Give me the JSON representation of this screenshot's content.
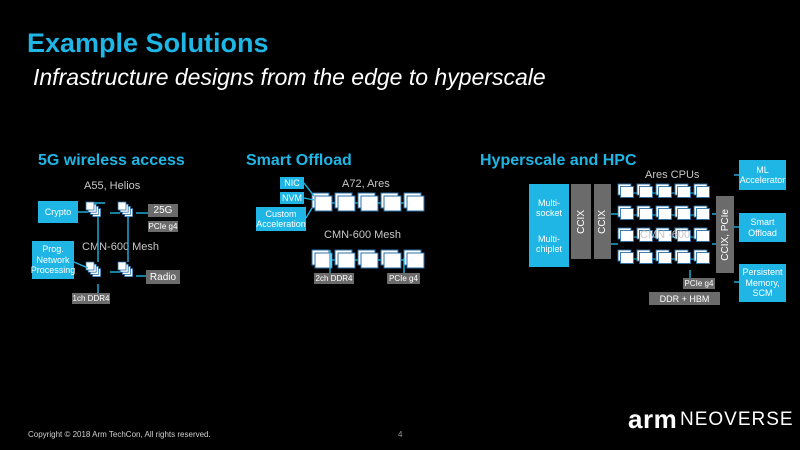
{
  "slide": {
    "title": "Example Solutions",
    "subtitle": "Infrastructure designs from the edge to hyperscale",
    "footer": "Copyright © 2018 Arm TechCon, All rights reserved.",
    "page_number": "4",
    "logo_arm": "arm",
    "logo_neoverse": "NEOVERSE"
  },
  "colors": {
    "accent": "#1fb6e6",
    "background": "#000000",
    "gray_box": "#6b6b6b"
  },
  "sections": {
    "wireless": {
      "heading": "5G wireless access",
      "cpu_label": "A55, Helios",
      "mesh_label": "CMN-600 Mesh",
      "crypto": "Crypto",
      "network": "Prog. Network Processing",
      "g25": "25G",
      "pcie": "PCIe g4",
      "radio": "Radio",
      "ddr": "1ch DDR4"
    },
    "offload": {
      "heading": "Smart Offload",
      "cpu_label": "A72, Ares",
      "mesh_label": "CMN-600 Mesh",
      "nic": "NIC",
      "nvm": "NVM",
      "custom": "Custom Acceleration",
      "ddr": "2ch DDR4",
      "pcie": "PCIe g4"
    },
    "hyperscale": {
      "heading": "Hyperscale and HPC",
      "cpu_label": "Ares CPUs",
      "mesh_label": "CMN -600",
      "multisocket": "Multi-socket",
      "multichiplet": "Multi-chiplet",
      "ccix1": "CCIX",
      "ccix2": "CCIX",
      "ccix_pcie": "CCIX, PCIe",
      "pcie": "PCIe g4",
      "ddr_hbm": "DDR + HBM",
      "ml": "ML Accelerator",
      "smart_offload": "Smart Offload",
      "persistent": "Persistent Memory, SCM"
    }
  }
}
